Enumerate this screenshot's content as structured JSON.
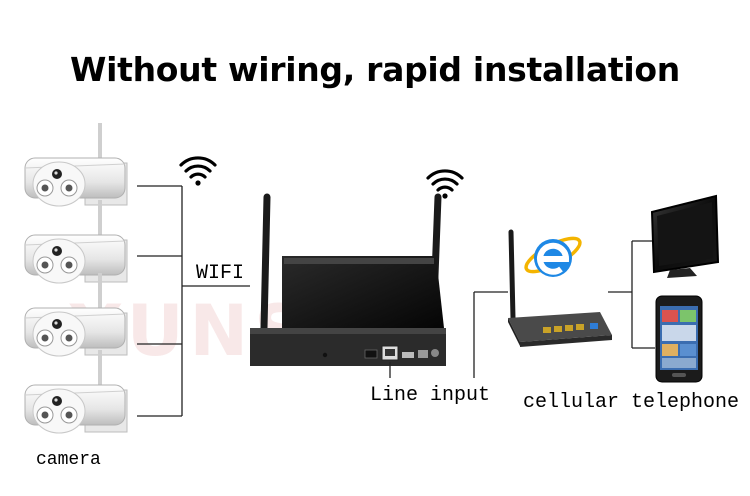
{
  "title": "Without wiring, rapid installation",
  "labels": {
    "wifi": "WIFI",
    "line_input": "Line input",
    "cellular": "cellular telephone",
    "camera": "camera"
  },
  "watermark": "YUNSYE",
  "colors": {
    "line": "#222222",
    "camera_body": "#f2f2f2",
    "nvr": "#1e1e1e",
    "ie_blue": "#1e88e5"
  },
  "icons": [
    "wifi-icon",
    "internet-explorer-icon"
  ]
}
